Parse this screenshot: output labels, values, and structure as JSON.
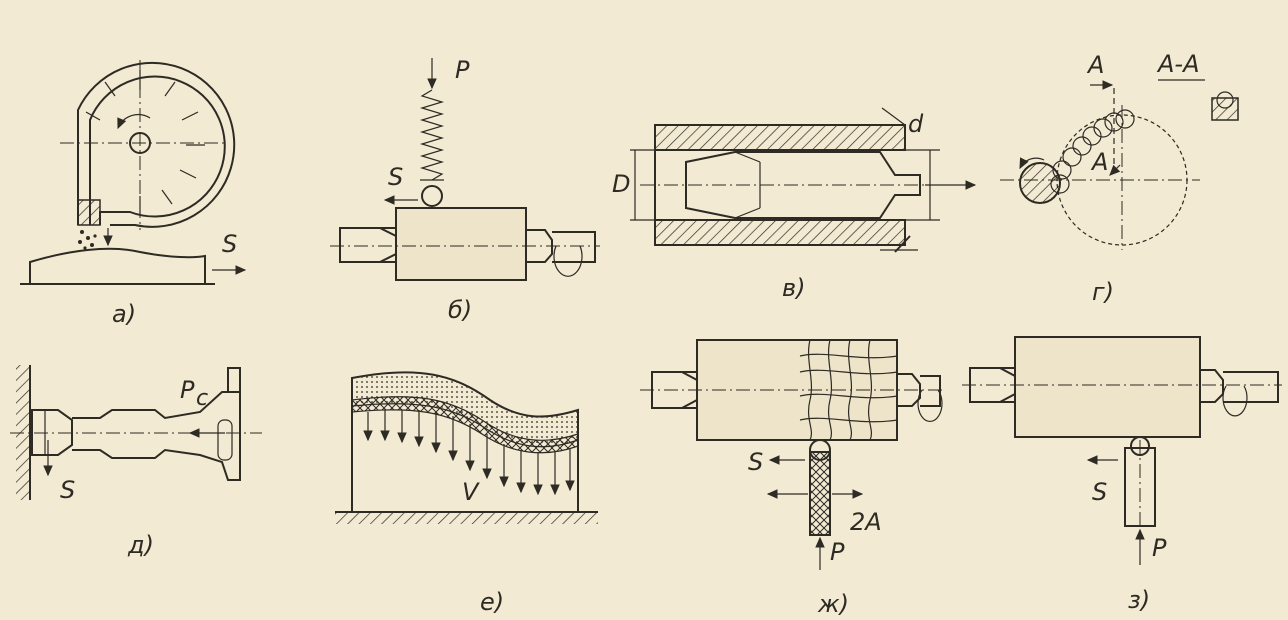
{
  "captions": {
    "a": "а)",
    "b": "б)",
    "v": "в)",
    "g": "г)",
    "d": "д)",
    "e": "е)",
    "zh": "ж)",
    "z": "з)"
  },
  "labels": {
    "a_feed": "S",
    "b_force": "P",
    "b_feed": "S",
    "v_outer": "D",
    "v_inner": "d",
    "g_section_top": "A",
    "g_section_bottom": "A",
    "g_section_title": "A-A",
    "d_force": "P",
    "d_force_sub": "c",
    "d_feed": "S",
    "e_velocity": "V",
    "zh_feed": "S",
    "zh_amplitude": "2A",
    "zh_force": "P",
    "z_feed": "S",
    "z_force": "P"
  },
  "colors": {
    "background": "#f2ead2",
    "ink": "#2e2a24"
  }
}
